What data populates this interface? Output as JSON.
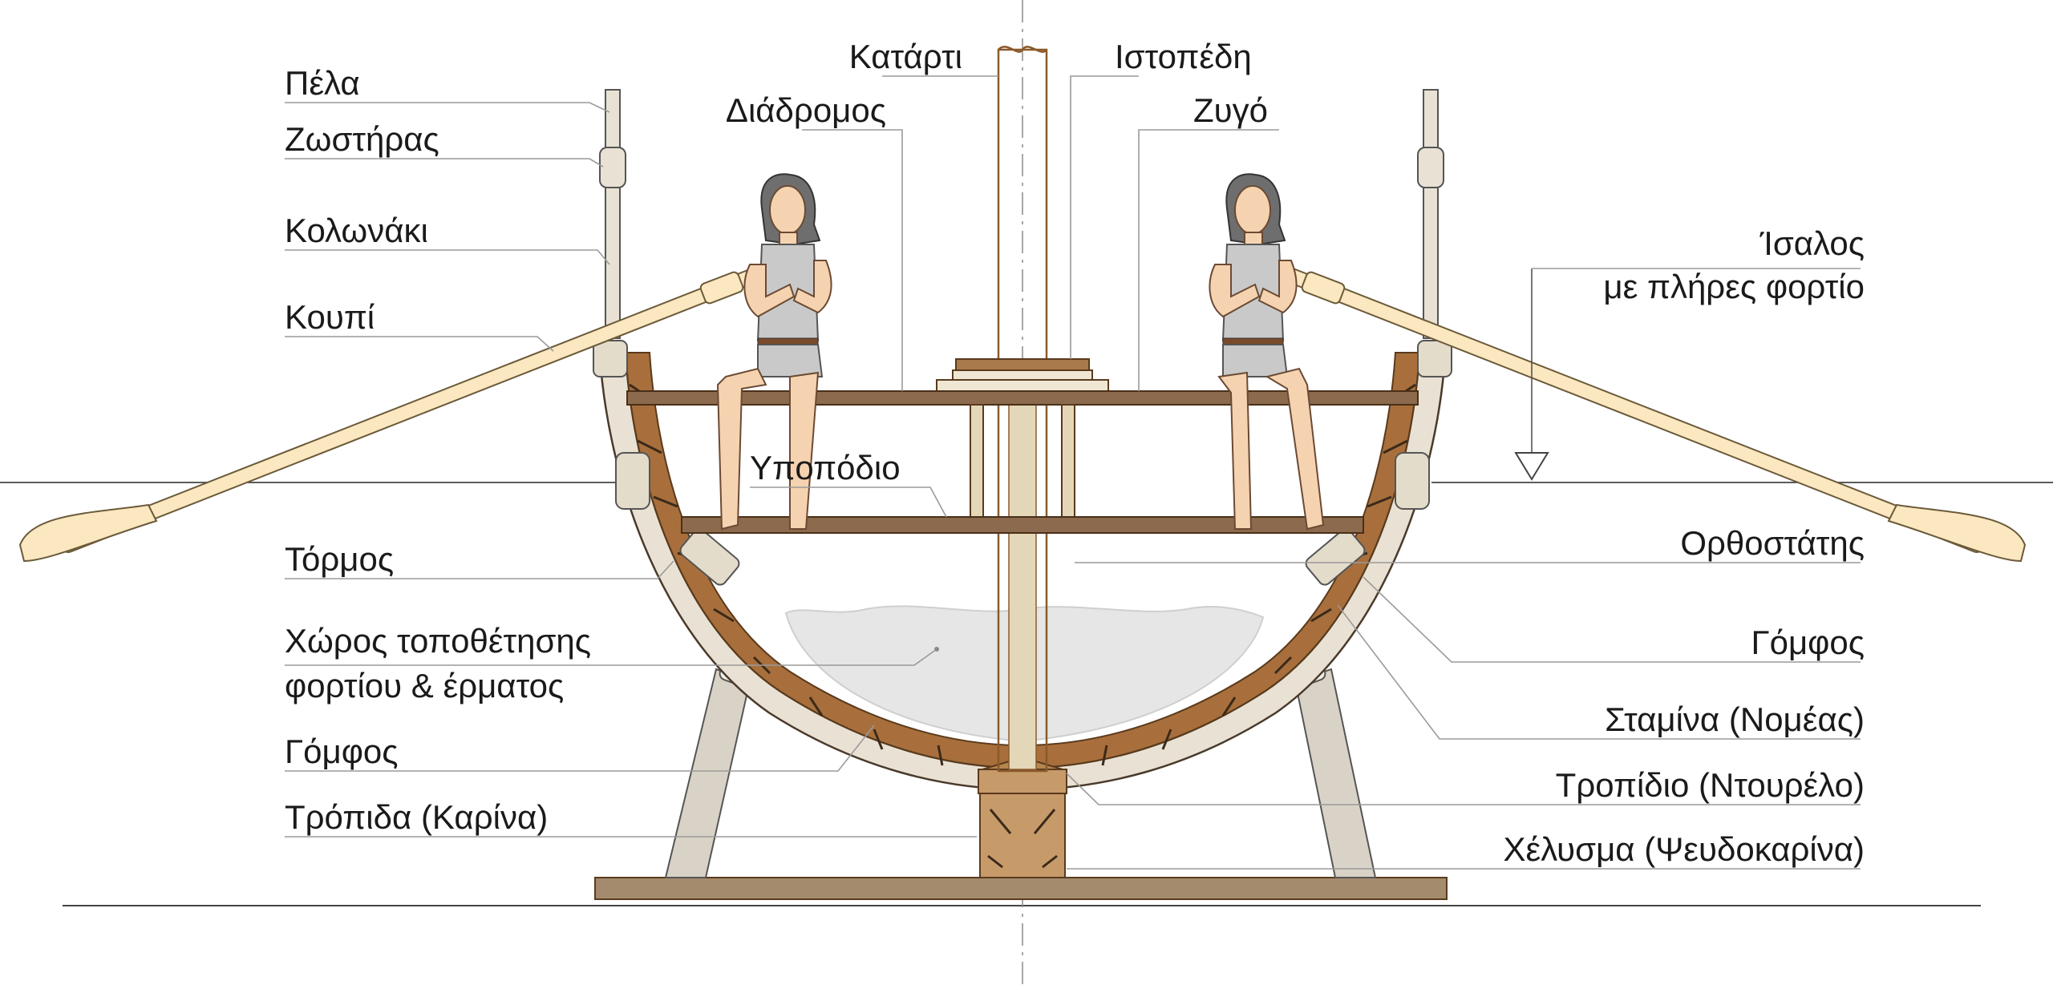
{
  "labels": {
    "pela": "Πέλα",
    "zostiras": "Ζωστήρας",
    "kolonaki": "Κολωνάκι",
    "koupi": "Κουπί",
    "katarti": "Κατάρτι",
    "diadromos": "Διάδρομος",
    "istopedi": "Ιστοπέδη",
    "zygo": "Ζυγό",
    "isalos_line1": "Ίσαλος",
    "isalos_line2": "με πλήρες φορτίο",
    "ypopodio": "Υποπόδιο",
    "tormos": "Τόρμος",
    "orthostatis": "Ορθοστάτης",
    "choros_line1": "Χώρος τοποθέτησης",
    "choros_line2": "φορτίου & έρματος",
    "gomfos_right": "Γόμφος",
    "stamina": "Σταμίνα (Νομέας)",
    "gomfos_left": "Γόμφος",
    "tropidio": "Τροπίδιο (Ντουρέλο)",
    "tropida": "Τρόπιδα (Καρίνα)",
    "chelysma": "Χέλυσμα (Ψευδοκαρίνα)"
  },
  "colors": {
    "hull_wood": "#a86f3c",
    "deck_wood": "#8b6a4d",
    "oar": "#fbe7c0",
    "skin": "#f6d3b0",
    "tunic": "#c9c9c9",
    "cargo": "#e6e6e6",
    "leader": "#9a9a9a"
  }
}
